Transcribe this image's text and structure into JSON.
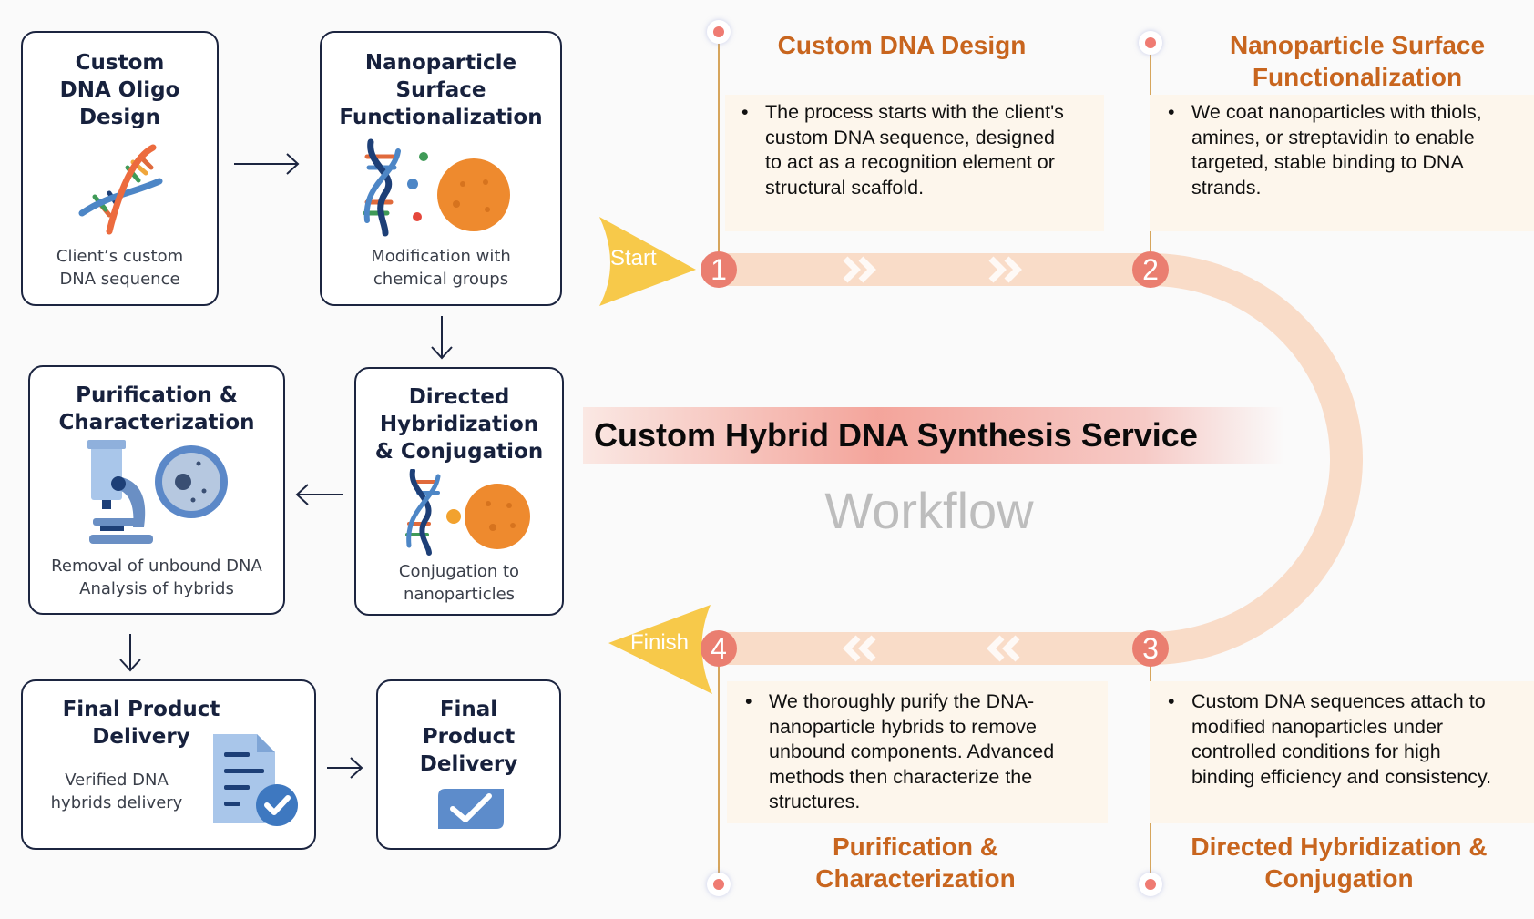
{
  "flowchart": {
    "boxes": [
      {
        "title": "Custom DNA Oligo Design",
        "title_lines": [
          "Custom",
          "DNA Oligo",
          "Design"
        ],
        "subtitle_lines": [
          "Client’s custom",
          "DNA sequence"
        ],
        "icon": "dna-helix-icon"
      },
      {
        "title": "Nanoparticle Surface Functionalization",
        "title_lines": [
          "Nanoparticle",
          "Surface",
          "Functionalization"
        ],
        "subtitle_lines": [
          "Modification with",
          "chemical groups"
        ],
        "icon": "dna-nanoparticle-icon"
      },
      {
        "title": "Directed Hybridization & Conjugation",
        "title_lines": [
          "Directed",
          "Hybridization",
          "& Conjugation"
        ],
        "subtitle_lines": [
          "Conjugation to",
          "nanoparticles"
        ],
        "icon": "dna-conjugated-nanoparticle-icon"
      },
      {
        "title": "Purification & Characterization",
        "title_lines": [
          "Purification &",
          "Characterization"
        ],
        "subtitle_lines": [
          "Removal of unbound DNA",
          "Analysis of hybrids"
        ],
        "icon": "microscope-petri-dish-icon"
      },
      {
        "title": "Final Product Delivery",
        "title_lines": [
          "Final Product",
          "Delivery"
        ],
        "subtitle_lines": [
          "Verified DNA",
          "hybrids delivery"
        ],
        "icon": "verified-document-icon"
      },
      {
        "title": "Final Product Delivery",
        "title_lines": [
          "Final",
          "Product",
          "Delivery"
        ],
        "subtitle_lines": [],
        "icon": "checkmark-box-icon"
      }
    ],
    "arrows": [
      "right",
      "down",
      "left",
      "down",
      "right"
    ]
  },
  "timeline": {
    "start_label": "Start",
    "finish_label": "Finish",
    "steps": [
      {
        "number": "1",
        "title_lines": [
          "Custom DNA Design"
        ],
        "text_lines": [
          "The process starts with the client's",
          "custom DNA sequence, designed",
          "to act as a recognition element or",
          "structural scaffold."
        ]
      },
      {
        "number": "2",
        "title_lines": [
          "Nanoparticle Surface",
          "Functionalization"
        ],
        "text_lines": [
          "We coat nanoparticles with thiols,",
          "amines, or streptavidin to enable",
          "targeted, stable binding to DNA",
          "strands."
        ]
      },
      {
        "number": "3",
        "title_lines": [
          "Directed Hybridization &",
          "Conjugation"
        ],
        "text_lines": [
          "Custom DNA sequences attach to",
          "modified nanoparticles under",
          "controlled conditions for high",
          "binding efficiency and consistency."
        ]
      },
      {
        "number": "4",
        "title_lines": [
          "Purification &",
          "Characterization"
        ],
        "text_lines": [
          "We thoroughly purify the DNA-",
          "nanoparticle hybrids to remove",
          "unbound components. Advanced",
          "methods then characterize the",
          "structures."
        ]
      }
    ],
    "bullet": "•"
  },
  "heading": {
    "title": "Custom Hybrid DNA Synthesis Service",
    "subtitle": "Workflow"
  },
  "colors": {
    "box_border": "#1c2540",
    "step_title": "#c8651e",
    "step_circle": "#ea7e70",
    "track": "#f9dcc8",
    "flag": "#f7c94a",
    "panel": "#fdf6ec"
  }
}
